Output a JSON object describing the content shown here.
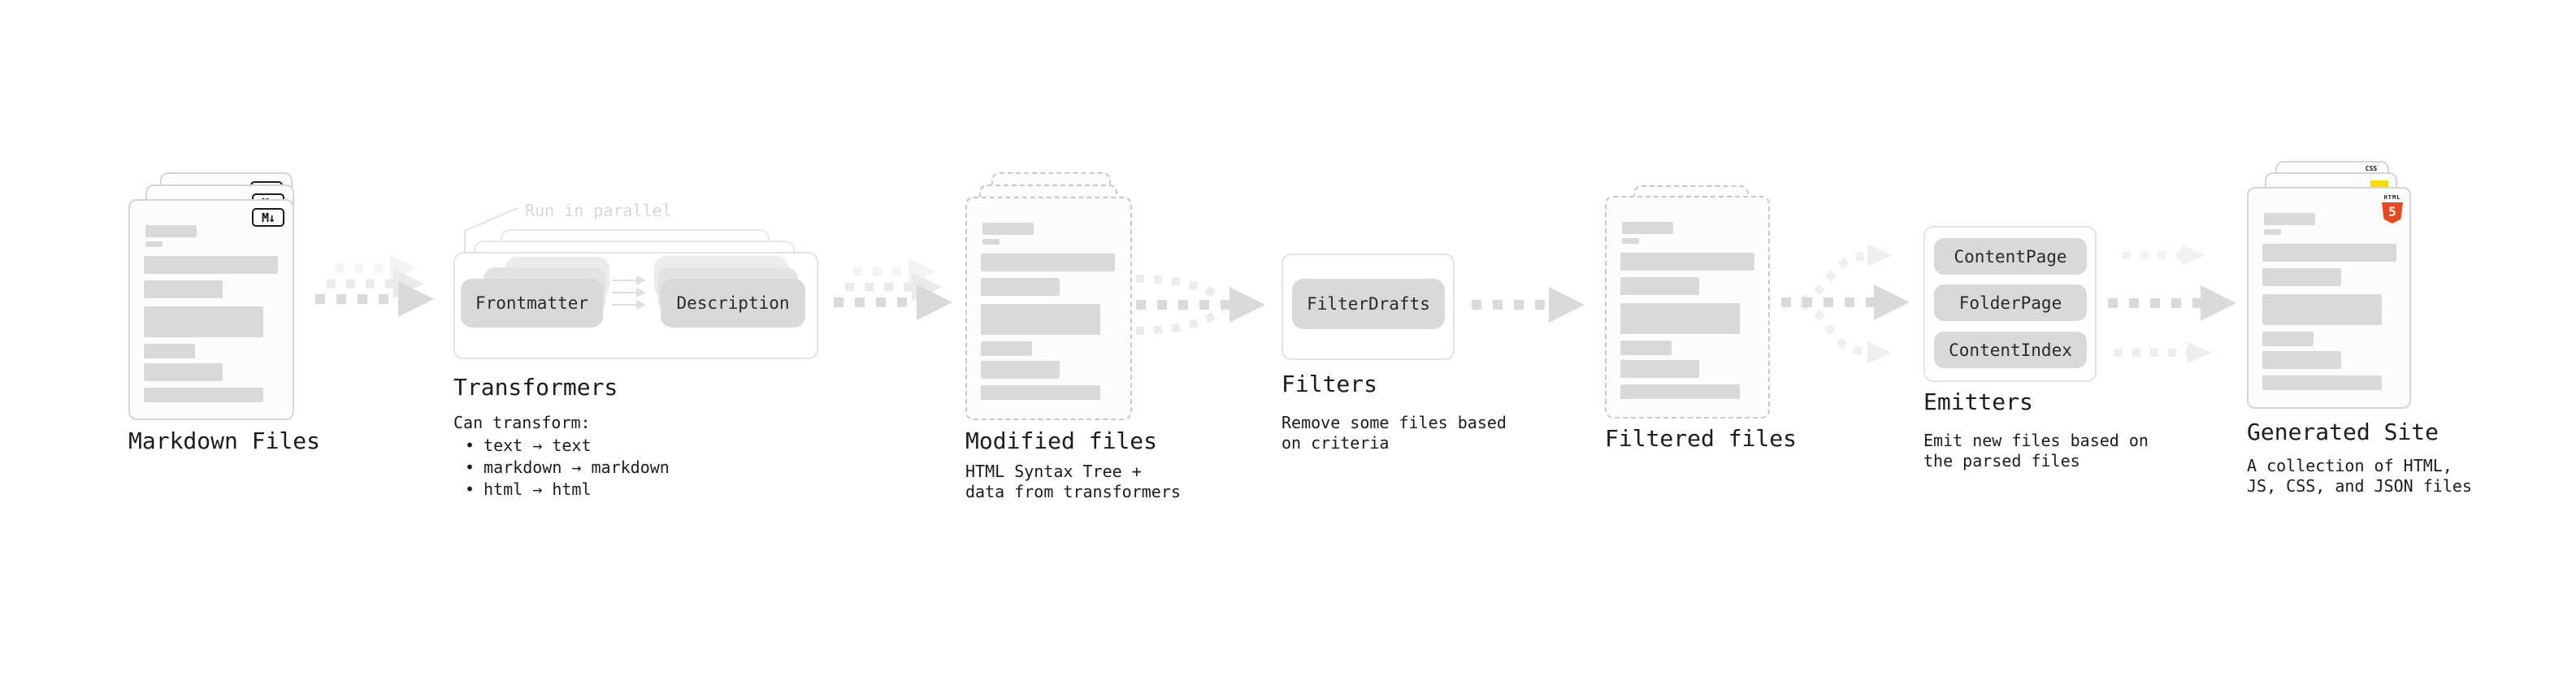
{
  "colors": {
    "text": "#1c1c1c",
    "muted_note": "#d8d8d8",
    "bar_gray": "#d9d9d9",
    "pill_gray": "#d9d9d9",
    "arrow_gray": "#dadada",
    "ghost_arrow_gray": "#ececec",
    "card_border": "#d5d5d5",
    "dashed_border": "#c9c9c9",
    "box_border": "#e3e3e3",
    "html5_orange": "#e8491f",
    "js_yellow": "#f8df00",
    "css_blue": "#2368f0"
  },
  "stages": {
    "markdown_files": {
      "title": "Markdown Files",
      "badge": "M↓"
    },
    "transformers": {
      "title": "Transformers",
      "note": "Run in parallel",
      "pill_left": "Frontmatter",
      "pill_right": "Description",
      "caption": "Can transform:",
      "bullet": "•",
      "items": [
        "text → text",
        "markdown → markdown",
        "html → html"
      ]
    },
    "modified_files": {
      "title": "Modified files",
      "desc_lines": [
        "HTML Syntax Tree +",
        "data from transformers"
      ]
    },
    "filters": {
      "title": "Filters",
      "pill": "FilterDrafts",
      "desc_lines": [
        "Remove some files based",
        "on criteria"
      ]
    },
    "filtered_files": {
      "title": "Filtered files"
    },
    "emitters": {
      "title": "Emitters",
      "pills": [
        "ContentPage",
        "FolderPage",
        "ContentIndex"
      ],
      "desc_lines": [
        "Emit new files based on",
        "the parsed files"
      ]
    },
    "generated_site": {
      "title": "Generated Site",
      "badges": {
        "css": "CSS",
        "html_label": "HTML",
        "html_number": "5"
      },
      "desc_lines": [
        "A collection of HTML,",
        "JS, CSS, and JSON files"
      ]
    }
  }
}
